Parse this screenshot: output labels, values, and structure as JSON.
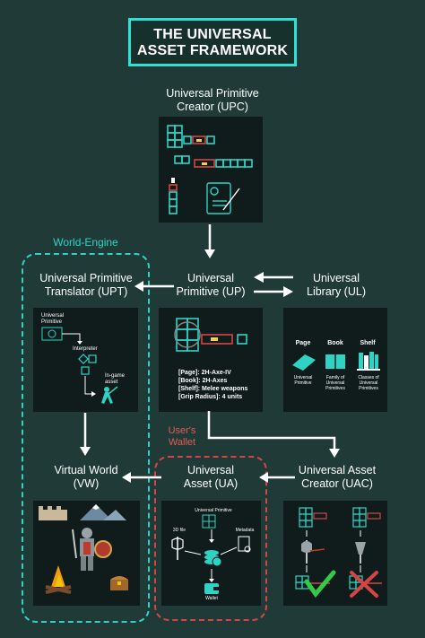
{
  "title": {
    "line1": "THE UNIVERSAL",
    "line2": "ASSET FRAMEWORK"
  },
  "upc": {
    "line1": "Universal Primitive",
    "line2": "Creator (UPC)"
  },
  "up": {
    "line1": "Universal",
    "line2": "Primitive (UP)"
  },
  "ul": {
    "line1": "Universal",
    "line2": "Library (UL)"
  },
  "upt": {
    "line1": "Universal Primitive",
    "line2": "Translator (UPT)"
  },
  "world_engine": "World-Engine",
  "users_wallet": {
    "line1": "User's",
    "line2": "Wallet"
  },
  "vw": {
    "line1": "Virtual World",
    "line2": "(VW)"
  },
  "ua": {
    "line1": "Universal",
    "line2": "Asset (UA)"
  },
  "uac": {
    "line1": "Universal Asset",
    "line2": "Creator (UAC)"
  },
  "upt_panel": {
    "up_label_1": "Universal",
    "up_label_2": "Primitive",
    "interpreter": "Interpreter",
    "ingame_1": "In-game",
    "ingame_2": "asset"
  },
  "up_panel": {
    "meta": [
      "[Page]: 2H-Axe-IV",
      "[Book]: 2H-Axes",
      "[Shelf]: Melee weapons",
      "[Grip Radius]: 4 units"
    ]
  },
  "ul_panel": {
    "headers": [
      "Page",
      "Book",
      "Shelf"
    ],
    "captions": [
      [
        "Universal",
        "Primitive"
      ],
      [
        "Family of",
        "Universal",
        "Primitives"
      ],
      [
        "Classes of",
        "Universal",
        "Primitives"
      ]
    ]
  },
  "ua_panel": {
    "up_label": "Universal Primitive",
    "file_3d": "3D file",
    "metadata": "Metadata",
    "wallet": "Wallet"
  },
  "colors": {
    "background": "#203b37",
    "panel": "#0f1c1b",
    "accent": "#2fd3c6",
    "red": "#d64545",
    "check": "#35c94a"
  }
}
